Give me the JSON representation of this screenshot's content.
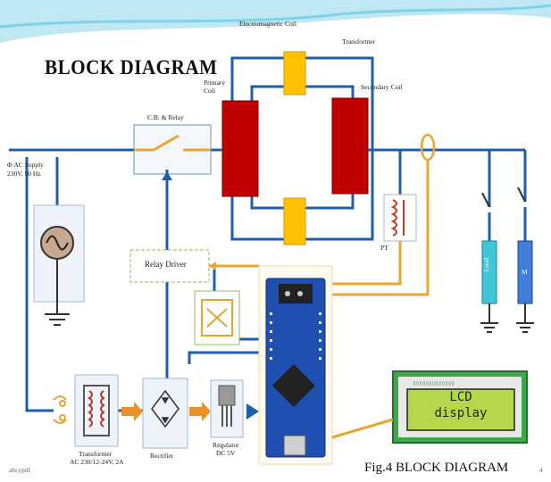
{
  "title": "BLOCK DIAGRAM",
  "caption": "Fig.4 BLOCK DIAGRAM",
  "labels": {
    "em_coil": "Electromagnetic Coil",
    "transformer_top": "Transformer",
    "primary_coil": "Primary Coil",
    "secondary_coil": "Secondary Coil",
    "cb_relay": "C.B. & Relay",
    "ac_supply_1": "AC Supply",
    "ac_supply_2": "230V, 50 Hz",
    "relay_driver": "Relay Driver",
    "pt": "PT",
    "transformer_bottom": "Transformer",
    "transformer_rating": "AC 230/12-24V, 2A",
    "rectifier": "Rectifier",
    "regulator": "Regulator",
    "regulator_rating": "DC 5V",
    "lcd_line1": "LCD",
    "lcd_line2": "display",
    "lcd_header": "▯▯▯▯▯▯▯▯▯▯▯▯▯",
    "load1": "Load",
    "load2": "M",
    "footer_left": "abcypdf",
    "page_number": "4"
  },
  "colors": {
    "wire": "#1f5fa8",
    "signal": "#e8a530",
    "coil": "#c00000",
    "core": "#ffc000",
    "lcd_bg": "#b6d64c",
    "header_wave": "#7fd3e8"
  }
}
